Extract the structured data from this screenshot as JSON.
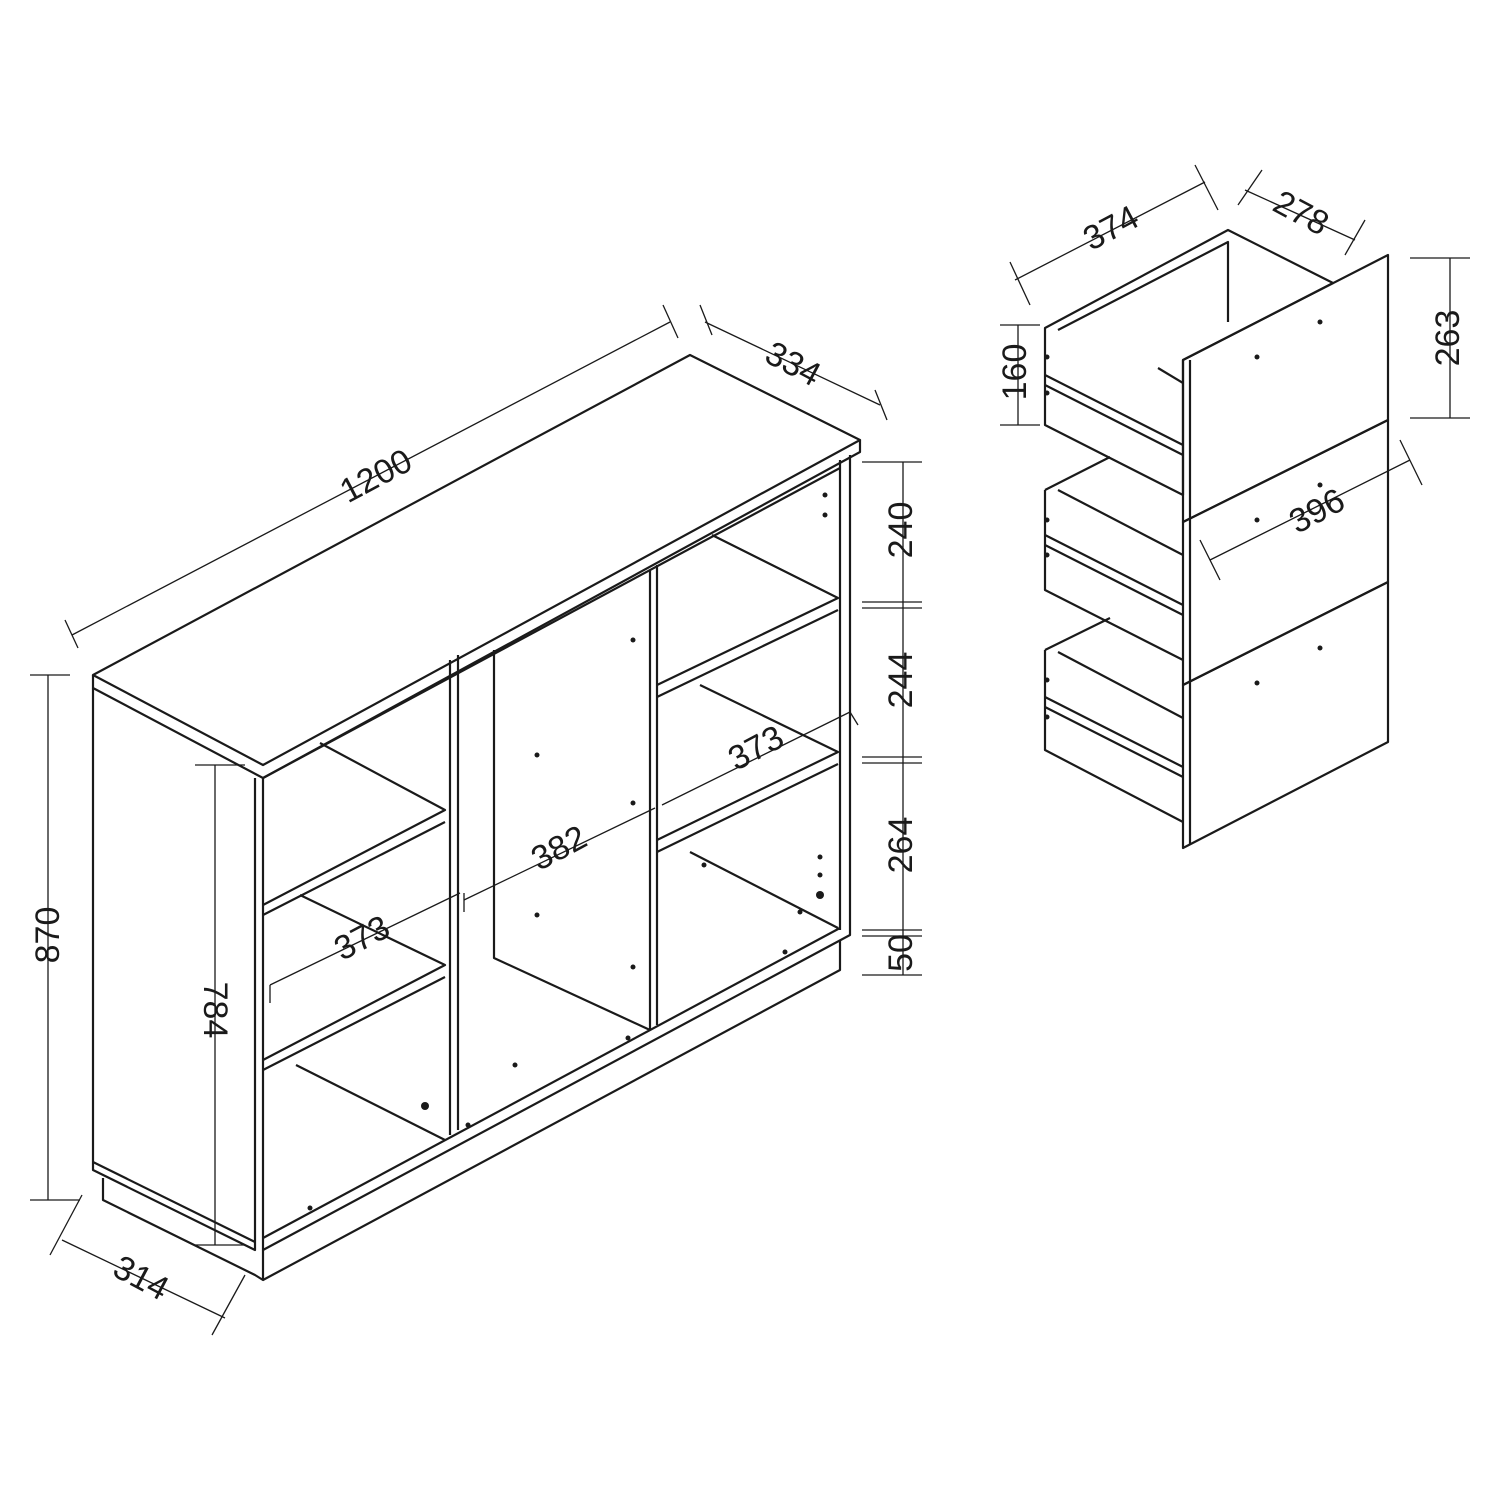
{
  "cabinet": {
    "width": "1200",
    "depth_top": "334",
    "height_total": "870",
    "height_inner": "784",
    "depth_side": "314",
    "right_column_heights": [
      "240",
      "244",
      "264",
      "50"
    ],
    "compartment_left_width": "373",
    "compartment_middle_width": "382",
    "compartment_right_width": "373"
  },
  "drawer": {
    "box_width": "374",
    "box_depth": "278",
    "front_height": "263",
    "box_height": "160",
    "front_width": "396"
  },
  "colors": {
    "line": "#1a1a1a",
    "background": "#ffffff"
  }
}
